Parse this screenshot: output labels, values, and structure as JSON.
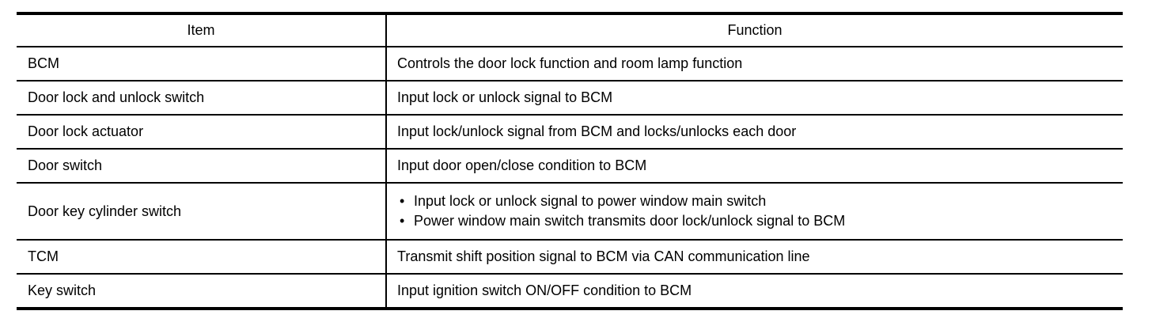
{
  "table": {
    "header": {
      "item": "Item",
      "function": "Function"
    },
    "rows": [
      {
        "item": "BCM",
        "function": "Controls the door lock function and room lamp function"
      },
      {
        "item": "Door lock and unlock switch",
        "function": "Input lock or unlock signal to BCM"
      },
      {
        "item": "Door lock actuator",
        "function": "Input lock/unlock signal from BCM and locks/unlocks each door"
      },
      {
        "item": "Door switch",
        "function": "Input door open/close condition to BCM"
      },
      {
        "item": "Door key cylinder switch",
        "function_bullets": [
          "Input lock or unlock signal to power window main switch",
          "Power window main switch transmits door lock/unlock signal to BCM"
        ]
      },
      {
        "item": "TCM",
        "function": "Transmit shift position signal to BCM via CAN communication line"
      },
      {
        "item": "Key switch",
        "function": "Input ignition switch ON/OFF condition to BCM"
      }
    ],
    "colors": {
      "border": "#000000",
      "text": "#000000",
      "background": "#ffffff"
    }
  }
}
